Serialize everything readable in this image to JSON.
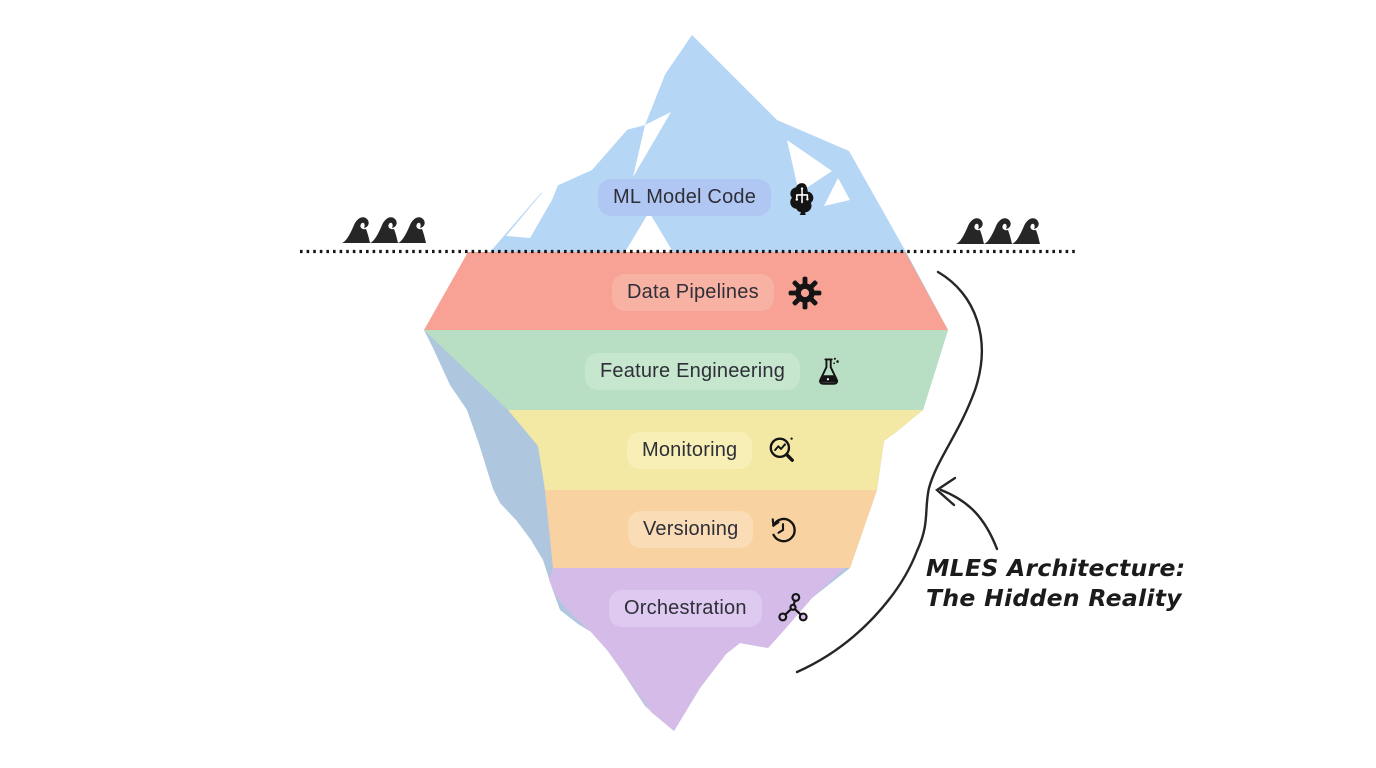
{
  "iceberg": {
    "above": {
      "label": "ML Model Code",
      "icon": "brain-icon",
      "band_color": "#b6d6f5",
      "pill_color": "#b0c7f4"
    },
    "below": [
      {
        "label": "Data Pipelines",
        "icon": "gear-icon",
        "band_color": "#f7a294",
        "pill_color": "#f8b2a4"
      },
      {
        "label": "Feature Engineering",
        "icon": "flask-icon",
        "band_color": "#b8dfc3",
        "pill_color": "#c6e6ce"
      },
      {
        "label": "Monitoring",
        "icon": "chart-magnifier-icon",
        "band_color": "#f3e8a4",
        "pill_color": "#f7efb6"
      },
      {
        "label": "Versioning",
        "icon": "history-clock-icon",
        "band_color": "#f9d2a2",
        "pill_color": "#fadcb6"
      },
      {
        "label": "Orchestration",
        "icon": "network-nodes-icon",
        "band_color": "#d5bce8",
        "pill_color": "#decaf0"
      }
    ],
    "underwater_tint": "#a5c1da",
    "facet_color": "#ffffff"
  },
  "waterline": {
    "style": "dotted",
    "color": "#161616"
  },
  "ink": "#262626",
  "annotation": {
    "line1": "MLES Architecture:",
    "line2": "The Hidden Reality"
  }
}
